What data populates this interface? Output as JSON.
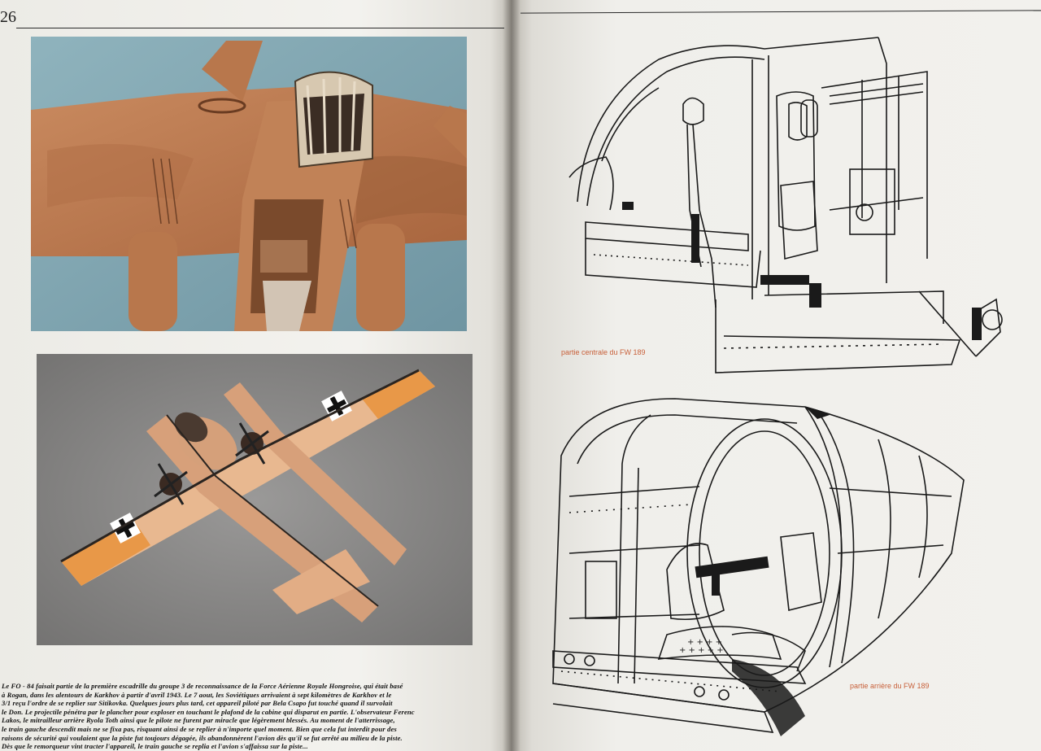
{
  "page_number": "26",
  "caption_lines": [
    "Le FO - 84 faisait partie de la première escadrille du groupe 3 de reconnaissance de la Force Aérienne Royale Hongroise, qui était basé",
    "à Rogan, dans les alentours de Karkhov à partir d'avril 1943. Le 7 aout, les Soviétiques arrivaient à sept kilomètres de Karkhov et le",
    "3/1 reçu l'ordre de se replier sur Sitikovka. Quelques jours plus tard, cet appareil piloté par Bela Csapo fut touché quand il survolait",
    "le Don. Le projectile pénétra par le plancher pour exploser en touchant le plafond de la cabine qui disparut en partie. L'observateur Ferenc",
    "Lakos, le mitrailleur arrière Ryola Toth ainsi que le pilote ne furent par miracle que légèrement blessés. Au moment de l'atterrissage,",
    "le train gauche descendit mais ne se fixa pas, risquant ainsi de se replier à n'importe quel moment. Bien que cela fut interdit pour des",
    "raisons de sécurité qui voulaient que la piste fut toujours dégagée, ils abandonnèrent l'avion dès qu'il se fut arrêté au milieu de la piste.",
    "Dès que le remorqueur vint tracter l'appareil, le train gauche se replia et l'avion s'affaissa sur la piste..."
  ],
  "drawing_labels": {
    "top": "partie centrale du FW 189",
    "bottom": "partie arrière du FW 189"
  },
  "colors": {
    "model_tan": "#c9895e",
    "model_brown": "#8a5030",
    "model_orange": "#e89848",
    "background_blue": "#8fb3bd",
    "background_grey": "#8b8a89",
    "label_red": "#c8603a"
  }
}
